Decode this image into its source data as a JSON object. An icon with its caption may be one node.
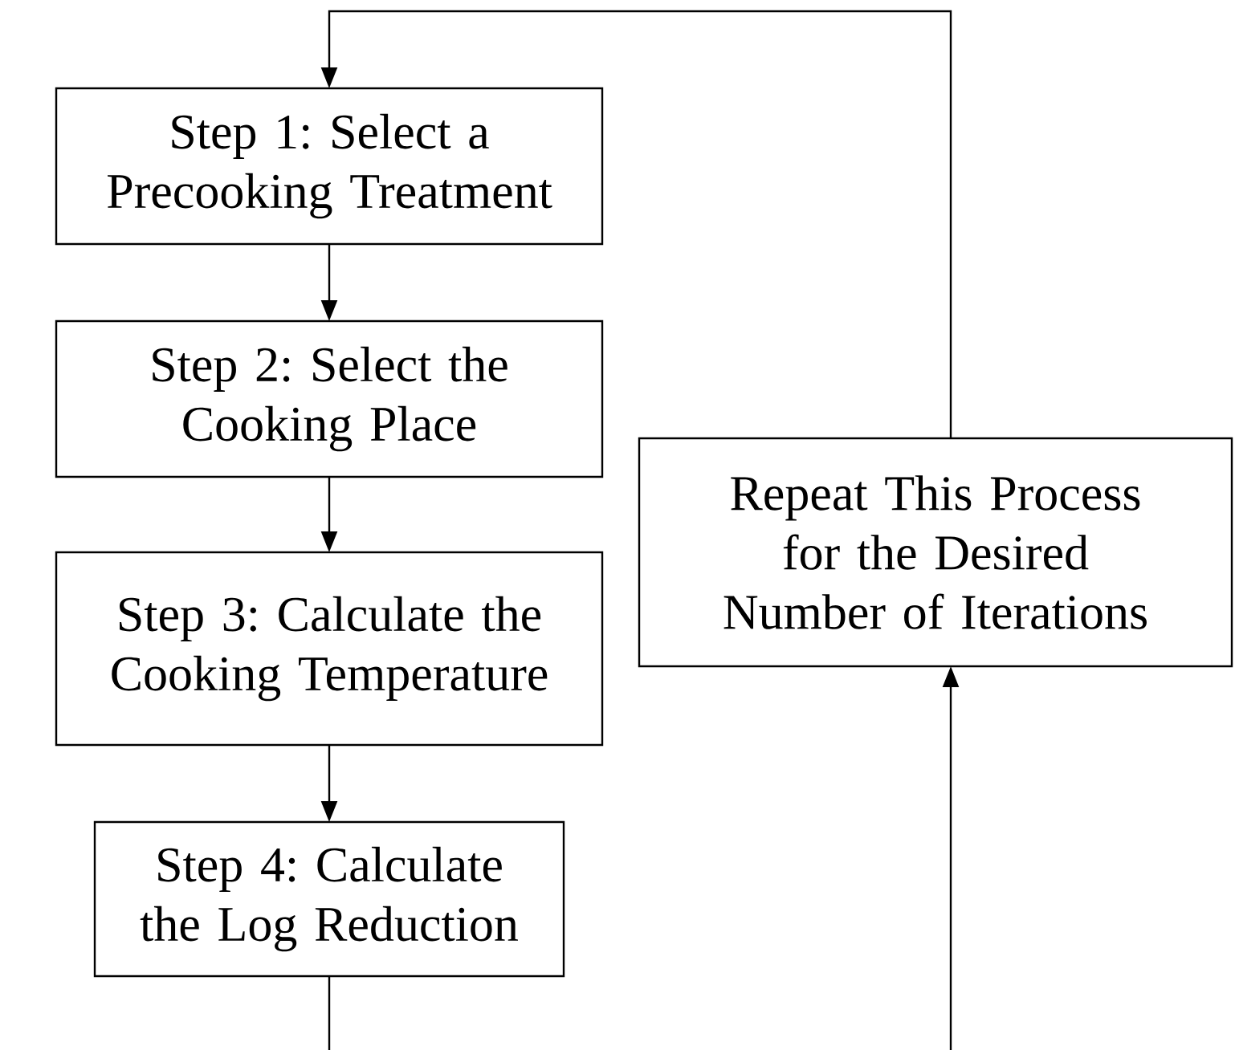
{
  "diagram": {
    "nodes": [
      {
        "text": [
          "Step 1: Select a Precooking Treatment"
        ]
      },
      {
        "text": [
          "Step 2: Select the Cooking Place"
        ]
      },
      {
        "text": [
          "Step 3: Calculate the Cooking Temperature"
        ]
      },
      {
        "text": [
          "Step 4: Calculate the Log Reduction"
        ]
      },
      {
        "text": [
          "Repeat This Process for the Desired Number of Iterations"
        ]
      }
    ],
    "edges": [
      {
        "from": 0,
        "to": 1,
        "arrow": "to"
      },
      {
        "from": 1,
        "to": 2,
        "arrow": "to"
      },
      {
        "from": 2,
        "to": 3,
        "arrow": "to"
      },
      {
        "from": 3,
        "to": 4,
        "arrow": "to"
      },
      {
        "from": 4,
        "to": 0,
        "arrow": "to"
      }
    ]
  }
}
